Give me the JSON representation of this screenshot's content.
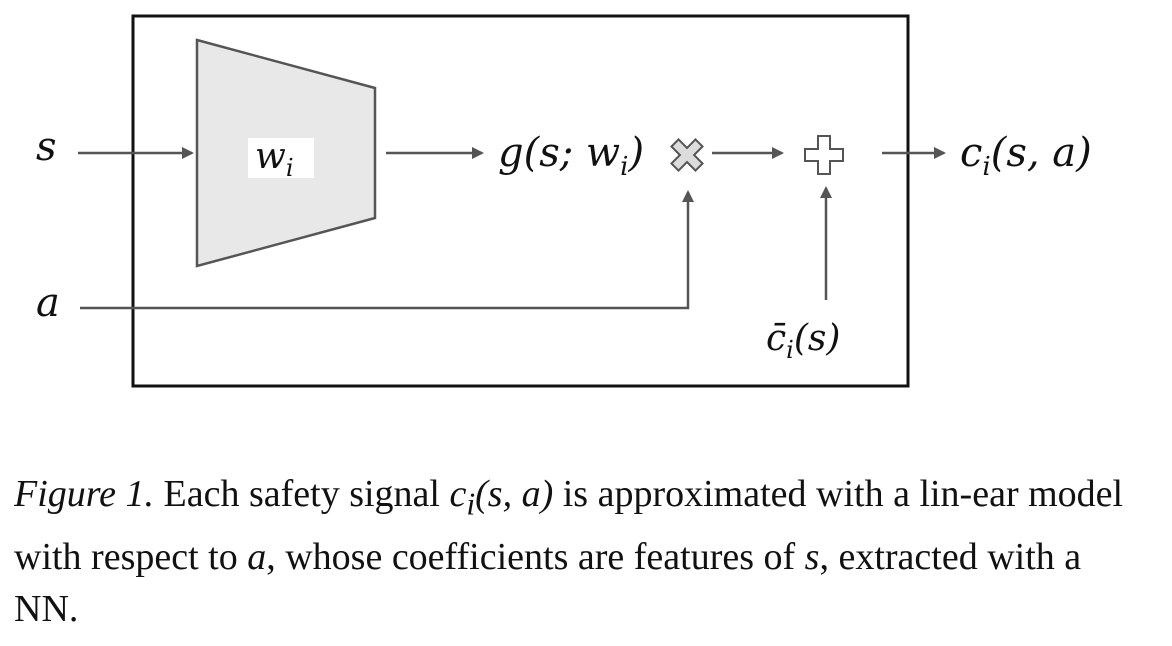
{
  "diagram": {
    "input_s": "s",
    "input_a": "a",
    "net_weight": {
      "base": "w",
      "sub": "i"
    },
    "g_output": {
      "pre": "g(s; w",
      "sub": "i",
      "post": ")"
    },
    "multiply_icon": "cross-multiply",
    "add_icon": "plus-add",
    "bias": {
      "base": "c̄",
      "sub": "i",
      "post": "(s)"
    },
    "output": {
      "base": "c",
      "sub": "i",
      "post": "(s, a)"
    }
  },
  "caption": {
    "label": "Figure 1.",
    "t1": " Each safety signal ",
    "m1_base": "c",
    "m1_sub": "i",
    "m1_post": "(s, a)",
    "t2": " is approximated with a lin-ear model with respect to ",
    "m2": "a",
    "t3": ", whose coefficients are features of ",
    "m3": "s",
    "t4": ", extracted with a NN."
  }
}
